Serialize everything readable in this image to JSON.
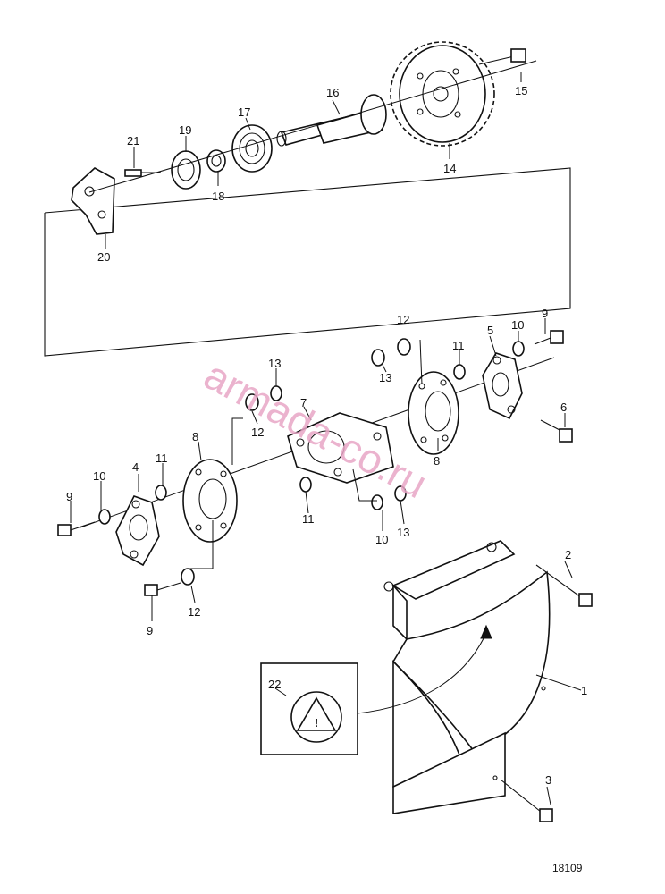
{
  "callouts": {
    "c1": "1",
    "c2": "2",
    "c3": "3",
    "c4": "4",
    "c5": "5",
    "c6": "6",
    "c7": "7",
    "c8a": "8",
    "c8b": "8",
    "c9a": "9",
    "c9b": "9",
    "c9c": "9",
    "c10a": "10",
    "c10b": "10",
    "c10c": "10",
    "c11a": "11",
    "c11b": "11",
    "c11c": "11",
    "c12a": "12",
    "c12b": "12",
    "c12c": "12",
    "c13a": "13",
    "c13b": "13",
    "c13c": "13",
    "c14": "14",
    "c15": "15",
    "c16": "16",
    "c17": "17",
    "c18": "18",
    "c19": "19",
    "c20": "20",
    "c21": "21",
    "c22": "22"
  },
  "warning": {
    "symbol": "!"
  },
  "watermark": "armada-co.ru",
  "drawing_ref": "18109"
}
